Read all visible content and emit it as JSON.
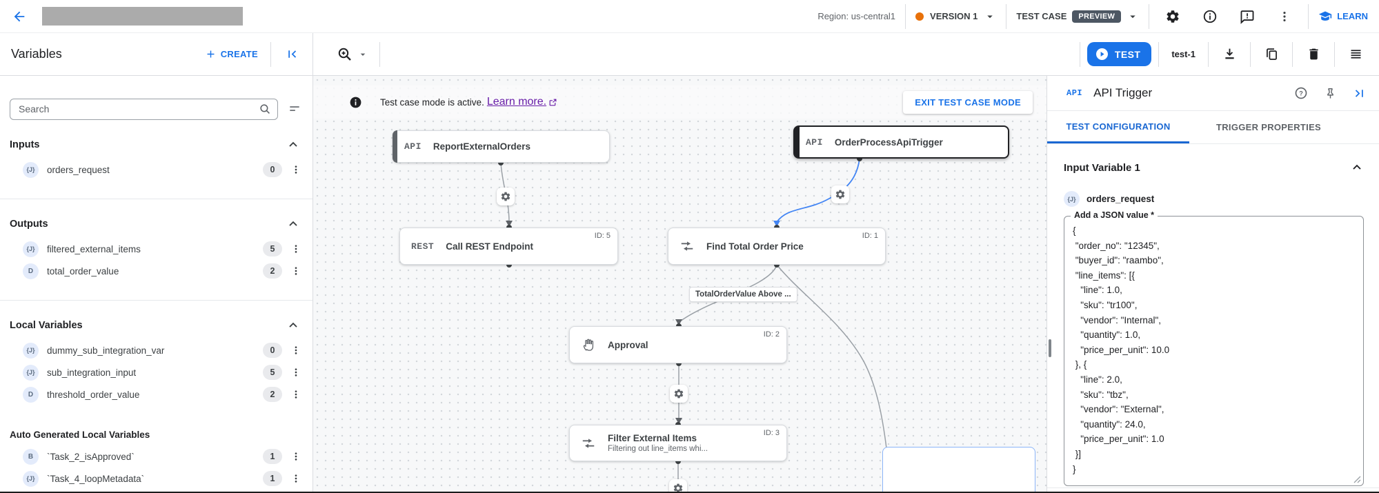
{
  "header": {
    "region_label": "Region: us-central1",
    "version_label": "VERSION 1",
    "test_case_label": "TEST CASE",
    "preview_badge": "PREVIEW",
    "learn_label": "LEARN"
  },
  "toolbar": {
    "title": "Variables",
    "create_label": "CREATE",
    "test_button_label": "TEST",
    "test_case_name": "test-1"
  },
  "sidebar": {
    "search_placeholder": "Search",
    "sections": [
      {
        "title": "Inputs",
        "items": [
          {
            "badge": "{J}",
            "name": "orders_request",
            "count": "0"
          }
        ]
      },
      {
        "title": "Outputs",
        "items": [
          {
            "badge": "{J}",
            "name": "filtered_external_items",
            "count": "5"
          },
          {
            "badge": "D",
            "name": "total_order_value",
            "count": "2"
          }
        ]
      },
      {
        "title": "Local Variables",
        "items": [
          {
            "badge": "{J}",
            "name": "dummy_sub_integration_var",
            "count": "0"
          },
          {
            "badge": "{J}",
            "name": "sub_integration_input",
            "count": "5"
          },
          {
            "badge": "D",
            "name": "threshold_order_value",
            "count": "2"
          }
        ]
      },
      {
        "title": "Auto Generated Local Variables",
        "items": [
          {
            "badge": "B",
            "name": "`Task_2_isApproved`",
            "count": "1"
          },
          {
            "badge": "{J}",
            "name": "`Task_4_loopMetadata`",
            "count": "1"
          }
        ]
      }
    ]
  },
  "canvas": {
    "banner": {
      "message": "Test case mode is active.",
      "link": "Learn more.",
      "exit_button": "EXIT TEST CASE MODE"
    },
    "edge_label": "TotalOrderValue Above ...",
    "nodes": [
      {
        "badge": "API",
        "title": "ReportExternalOrders"
      },
      {
        "badge": "API",
        "title": "OrderProcessApiTrigger"
      },
      {
        "badge": "REST",
        "title": "Call REST Endpoint",
        "id": "ID: 5"
      },
      {
        "title": "Find Total Order Price",
        "id": "ID: 1"
      },
      {
        "title": "Approval",
        "id": "ID: 2"
      },
      {
        "title": "Filter External Items",
        "subtitle": "Filtering out line_items whi...",
        "id": "ID: 3"
      }
    ]
  },
  "panel": {
    "badge": "API",
    "title": "API Trigger",
    "tabs": [
      "TEST CONFIGURATION",
      "TRIGGER PROPERTIES"
    ],
    "section_title": "Input Variable 1",
    "variable": {
      "badge": "{J}",
      "name": "orders_request"
    },
    "field_label": "Add a JSON value *",
    "json_value": "{\n \"order_no\": \"12345\",\n \"buyer_id\": \"raambo\",\n \"line_items\": [{\n   \"line\": 1.0,\n   \"sku\": \"tr100\",\n   \"vendor\": \"Internal\",\n   \"quantity\": 1.0,\n   \"price_per_unit\": 10.0\n }, {\n   \"line\": 2.0,\n   \"sku\": \"tbz\",\n   \"vendor\": \"External\",\n   \"quantity\": 24.0,\n   \"price_per_unit\": 1.0\n }]\n}"
  },
  "colors": {
    "accent": "#1a73e8",
    "version_dot": "#e8710a",
    "preview_badge_bg": "#4d5763",
    "link_purple": "#681da8",
    "edge_blue": "#4285f4",
    "selected_node_border": "#202124"
  }
}
